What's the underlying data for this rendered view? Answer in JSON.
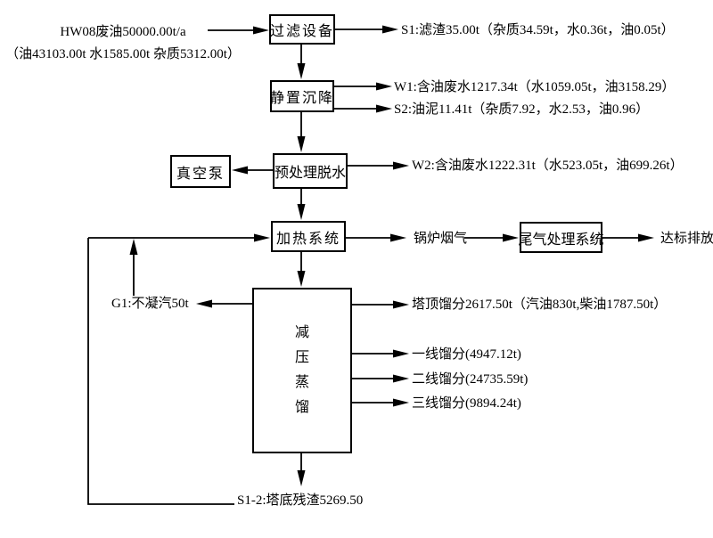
{
  "flowchart": {
    "input": {
      "line1": "HW08废油50000.00t/a",
      "line2": "（油43103.00t 水1585.00t 杂质5312.00t）"
    },
    "nodes": {
      "filter": "过滤设备",
      "settle": "静置沉降",
      "dewater": "预处理脱水",
      "vacuum_pump": "真空泵",
      "heating": "加热系统",
      "tail_gas": "尾气处理系统",
      "distillation": "减压蒸馏"
    },
    "streams": {
      "s1": "S1:滤渣35.00t（杂质34.59t，水0.36t，油0.05t）",
      "w1": "W1:含油废水1217.34t（水1059.05t，油3158.29）",
      "s2": "S2:油泥11.41t（杂质7.92，水2.53，油0.96）",
      "w2": "W2:含油废水1222.31t（水523.05t，油699.26t）",
      "boiler_flue_gas": "锅炉烟气",
      "discharge": "达标排放",
      "g1": "G1:不凝汽50t",
      "top_fraction": "塔顶馏分2617.50t（汽油830t,柴油1787.50t）",
      "fraction_1": "一线馏分(4947.12t)",
      "fraction_2": "二线馏分(24735.59t)",
      "fraction_3": "三线馏分(9894.24t)",
      "bottom_residue": "S1-2:塔底残渣5269.50"
    },
    "colors": {
      "line": "#000000",
      "background": "#ffffff",
      "text": "#000000"
    }
  }
}
